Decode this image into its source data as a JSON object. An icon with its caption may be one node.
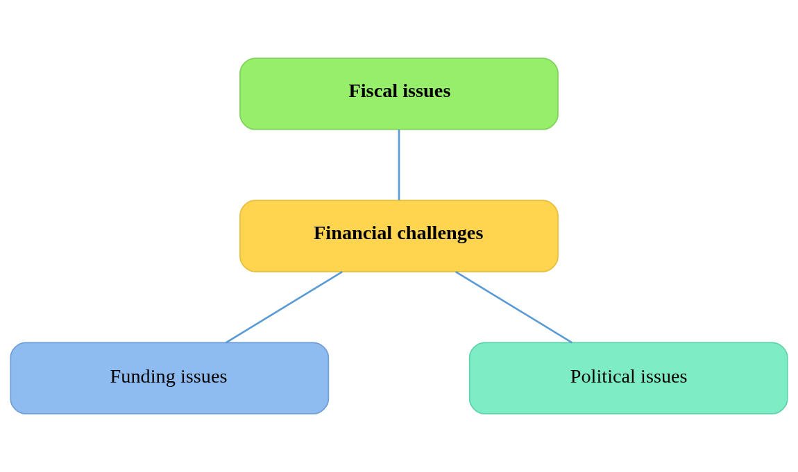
{
  "diagram": {
    "nodes": [
      {
        "text": [
          "Fiscal issues"
        ]
      },
      {
        "text": [
          "Financial challenges"
        ]
      },
      {
        "text": [
          "Funding issues"
        ]
      },
      {
        "text": [
          "Political issues"
        ]
      }
    ],
    "edges": [
      {
        "from": 0,
        "to": 1,
        "arrow": "none"
      },
      {
        "from": 1,
        "to": 2,
        "arrow": "none"
      },
      {
        "from": 1,
        "to": 3,
        "arrow": "none"
      }
    ]
  }
}
